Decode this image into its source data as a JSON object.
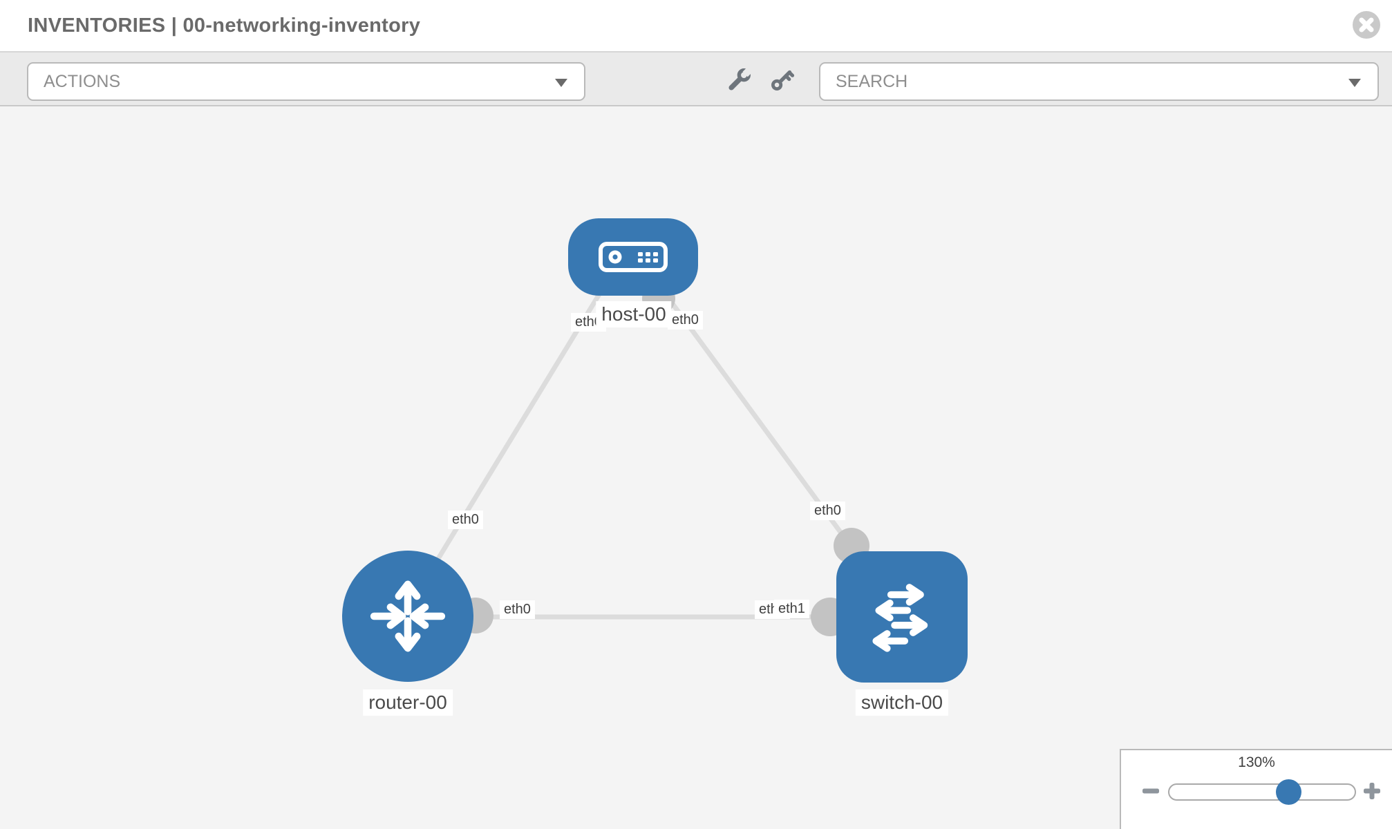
{
  "header": {
    "title": "INVENTORIES | 00-networking-inventory"
  },
  "toolbar": {
    "actions_label": "ACTIONS",
    "search_placeholder": "SEARCH",
    "icons": [
      "wrench-icon",
      "key-icon"
    ]
  },
  "topology": {
    "nodes": [
      {
        "id": "host-00",
        "type": "host",
        "label": "host-00"
      },
      {
        "id": "router-00",
        "type": "router",
        "label": "router-00"
      },
      {
        "id": "switch-00",
        "type": "switch",
        "label": "switch-00"
      }
    ],
    "links": [
      {
        "from": "host-00",
        "to": "router-00",
        "from_port": "eth0",
        "to_port": "eth0"
      },
      {
        "from": "host-00",
        "to": "switch-00",
        "from_port": "eth0",
        "to_port": "eth0"
      },
      {
        "from": "router-00",
        "to": "switch-00",
        "from_port": "eth0",
        "to_port": "eth1"
      }
    ],
    "port_labels": [
      "eth0",
      "eth0",
      "eth0",
      "eth0",
      "eth0",
      "eth0",
      "eth1"
    ]
  },
  "zoom_control": {
    "level": "130%",
    "minus": "minus",
    "plus": "plus"
  },
  "colors": {
    "node_blue": "#3878b2",
    "link_gray": "#dcdcdc",
    "connector_gray": "#c3c3c3",
    "canvas_bg": "#f4f4f4",
    "toolbar_bg": "#eaeaea"
  }
}
